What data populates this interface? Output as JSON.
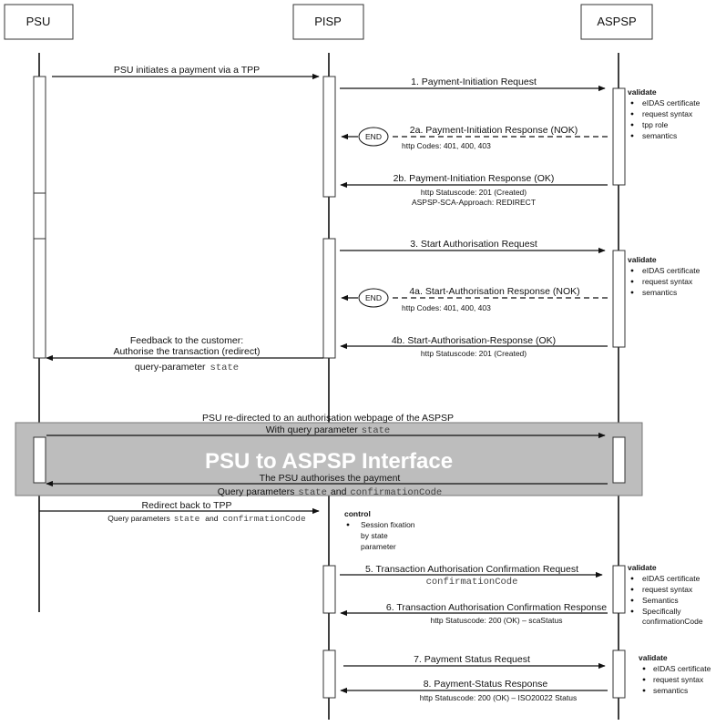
{
  "participants": {
    "psu": "PSU",
    "pisp": "PISP",
    "aspsp": "ASPSP"
  },
  "msg": {
    "psu_initiates": "PSU initiates a payment via a TPP",
    "m1": "1. Payment-Initiation Request",
    "m2a": "2a. Payment-Initiation Response (NOK)",
    "m2a_codes": "http Codes: 401, 400, 403",
    "m2b": "2b. Payment-Initiation Response (OK)",
    "m2b_status": "http Statuscode: 201 (Created)",
    "m2b_approach": "ASPSP-SCA-Approach: REDIRECT",
    "m3": "3. Start Authorisation Request",
    "m4a": "4a. Start-Authorisation Response (NOK)",
    "m4a_codes": "http Codes: 401, 400, 403",
    "m4b": "4b. Start-Authorisation-Response (OK)",
    "m4b_status": "http Statuscode: 201 (Created)",
    "feedback_1": "Feedback to the customer:",
    "feedback_2": "Authorise the transaction (redirect)",
    "feedback_3": "query-parameter",
    "redirected": "PSU re-directed to an authorisation webpage of the ASPSP",
    "with_query": "With query parameter",
    "authorises": "The PSU authorises the payment",
    "query_params": "Query parameters",
    "and": "and",
    "redirect_back": "Redirect back to TPP",
    "query_params_small": "Query parameters",
    "and_small": "and",
    "m5": "5. Transaction Authorisation Confirmation Request",
    "m6": "6. Transaction Authorisation Confirmation Response",
    "m6_status": "http Statuscode: 200 (OK) – scaStatus",
    "m7": "7. Payment Status Request",
    "m8": "8. Payment-Status Response",
    "m8_status": "http Statuscode: 200 (OK) – ISO20022 Status"
  },
  "code": {
    "state": "state",
    "confirmation_code": "confirmationCode"
  },
  "end_label": "END",
  "banner": "PSU to ASPSP Interface",
  "validate1": {
    "title": "validate",
    "items": [
      "eIDAS certificate",
      "request syntax",
      "tpp role",
      "semantics"
    ]
  },
  "validate2": {
    "title": "validate",
    "items": [
      "eIDAS certificate",
      "request syntax",
      "semantics"
    ]
  },
  "control": {
    "title": "control",
    "items": [
      "Session fixation",
      "by state",
      "parameter"
    ]
  },
  "validate3": {
    "title": "validate",
    "items": [
      "eIDAS certificate",
      "request syntax",
      "Semantics",
      "Specifically",
      "confirmationCode"
    ]
  },
  "validate4": {
    "title": "validate",
    "items": [
      "eIDAS certificate",
      "request syntax",
      "semantics"
    ]
  }
}
